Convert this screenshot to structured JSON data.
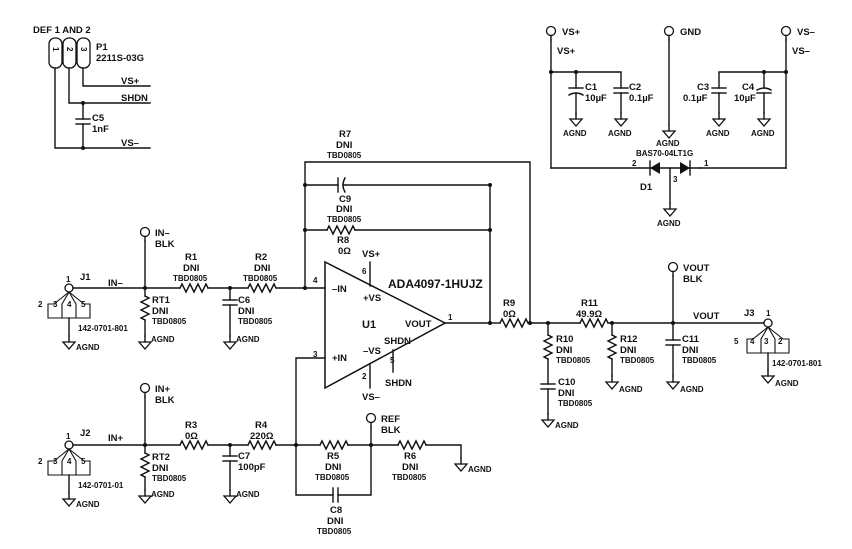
{
  "header": {
    "def_label": "DEF 1 AND 2",
    "p1_ref": "P1",
    "p1_part": "2211S-03G",
    "pins": [
      "1",
      "2",
      "3"
    ],
    "vsp": "VS+",
    "shdn": "SHDN",
    "vsm": "VS–"
  },
  "caps_c5": {
    "ref": "C5",
    "val": "1nF"
  },
  "supply": {
    "vsp": "VS+",
    "vsp2": "VS+",
    "gnd": "GND",
    "vsm": "VS–",
    "vsm2": "VS–",
    "c1": {
      "ref": "C1",
      "val": "10µF"
    },
    "c2": {
      "ref": "C2",
      "val": "0.1µF"
    },
    "c3": {
      "ref": "C3",
      "val": "0.1µF"
    },
    "c4": {
      "ref": "C4",
      "val": "10µF"
    },
    "agnd": "AGND",
    "diode_part": "BAS70-04LT1G",
    "d1": "D1",
    "d_pin2": "2",
    "d_pin1": "1",
    "d_pin3": "3"
  },
  "feedback": {
    "r7": {
      "ref": "R7",
      "val": "DNI",
      "pkg": "TBD0805"
    },
    "c9": {
      "ref": "C9",
      "val": "DNI",
      "pkg": "TBD0805"
    },
    "r8": {
      "ref": "R8",
      "val": "0Ω"
    }
  },
  "opamp": {
    "vsp": "VS+",
    "pin6": "6",
    "pin4": "4",
    "pin3": "3",
    "pin1": "1",
    "pin2": "2",
    "pin5": "5",
    "part": "ADA4097-1HUJZ",
    "ref": "U1",
    "in_minus": "–IN",
    "in_plus": "+IN",
    "vs_plus": "+VS",
    "vs_minus": "–VS",
    "shdn_in": "SHDN",
    "vout": "VOUT",
    "shdn_pin": "SHDN",
    "vsm": "VS–"
  },
  "inverting": {
    "tp": "IN–",
    "blk": "BLK",
    "j1": "J1",
    "net": "IN–",
    "conn_part": "142-0701-801",
    "rt1": {
      "ref": "RT1",
      "val": "DNI",
      "pkg": "TBD0805"
    },
    "r1": {
      "ref": "R1",
      "val": "DNI",
      "pkg": "TBD0805"
    },
    "r2": {
      "ref": "R2",
      "val": "DNI",
      "pkg": "TBD0805"
    },
    "c6": {
      "ref": "C6",
      "val": "DNI",
      "pkg": "TBD0805"
    }
  },
  "noninverting": {
    "tp": "IN+",
    "blk": "BLK",
    "j2": "J2",
    "net": "IN+",
    "conn_part": "142-0701-01",
    "rt2": {
      "ref": "RT2",
      "val": "DNI",
      "pkg": "TBD0805"
    },
    "r3": {
      "ref": "R3",
      "val": "0Ω"
    },
    "r4": {
      "ref": "R4",
      "val": "220Ω"
    },
    "c7": {
      "ref": "C7",
      "val": "100pF"
    },
    "r5": {
      "ref": "R5",
      "val": "DNI",
      "pkg": "TBD0805"
    },
    "r6": {
      "ref": "R6",
      "val": "DNI",
      "pkg": "TBD0805"
    },
    "c8": {
      "ref": "C8",
      "val": "DNI",
      "pkg": "TBD0805"
    },
    "ref_tp": "REF",
    "ref_blk": "BLK"
  },
  "output": {
    "r9": {
      "ref": "R9",
      "val": "0Ω"
    },
    "r11": {
      "ref": "R11",
      "val": "49.9Ω"
    },
    "r10": {
      "ref": "R10",
      "val": "DNI",
      "pkg": "TBD0805"
    },
    "r12": {
      "ref": "R12",
      "val": "DNI",
      "pkg": "TBD0805"
    },
    "c10": {
      "ref": "C10",
      "val": "DNI",
      "pkg": "TBD0805"
    },
    "c11": {
      "ref": "C11",
      "val": "DNI",
      "pkg": "TBD0805"
    },
    "tp": "VOUT",
    "blk": "BLK",
    "net": "VOUT",
    "j3": "J3",
    "conn_part": "142-0701-801"
  },
  "conn_pins": [
    "1",
    "2",
    "3",
    "4",
    "5"
  ],
  "agnd": "AGND"
}
